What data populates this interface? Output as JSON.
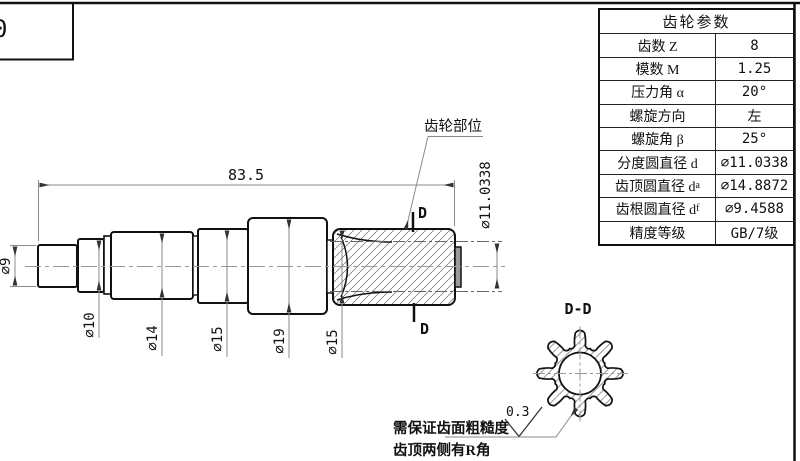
{
  "frame": {
    "corner_label": "0"
  },
  "table": {
    "title": "齿轮参数",
    "rows": [
      {
        "label": "齿数 Z",
        "sub": "",
        "value": "8"
      },
      {
        "label": "模数 M",
        "sub": "",
        "value": "1.25"
      },
      {
        "label": "压力角 α",
        "sub": "",
        "value": "20°"
      },
      {
        "label": "螺旋方向",
        "sub": "",
        "value": "左"
      },
      {
        "label": "螺旋角 β",
        "sub": "",
        "value": "25°"
      },
      {
        "label": "分度圆直径 d",
        "sub": "",
        "value": "⌀11.0338"
      },
      {
        "label": "齿顶圆直径 d",
        "sub": "a",
        "value": "⌀14.8872"
      },
      {
        "label": "齿根圆直径 d",
        "sub": "f",
        "value": "⌀9.4588"
      },
      {
        "label": "精度等级",
        "sub": "",
        "value": "GB/7级"
      }
    ]
  },
  "dims": {
    "length": "83.5",
    "d9": "⌀9",
    "d10": "⌀10",
    "d14": "⌀14",
    "d15_front": "⌀15",
    "d19": "⌀19",
    "d15_gear": "⌀15",
    "pitch_dia": "⌀11.0338",
    "roughness": "0.3"
  },
  "labels": {
    "gear_part": "齿轮部位",
    "section_mark": "D",
    "section_view": "D-D",
    "note_line1": "需保证齿面粗糙度",
    "note_line2": "齿顶两侧有R角"
  },
  "colors": {
    "outline": "#111111",
    "dim_line": "#8a8a8a",
    "hatch": "#8a8a8a",
    "stub_fill": "#9a9a9a"
  }
}
